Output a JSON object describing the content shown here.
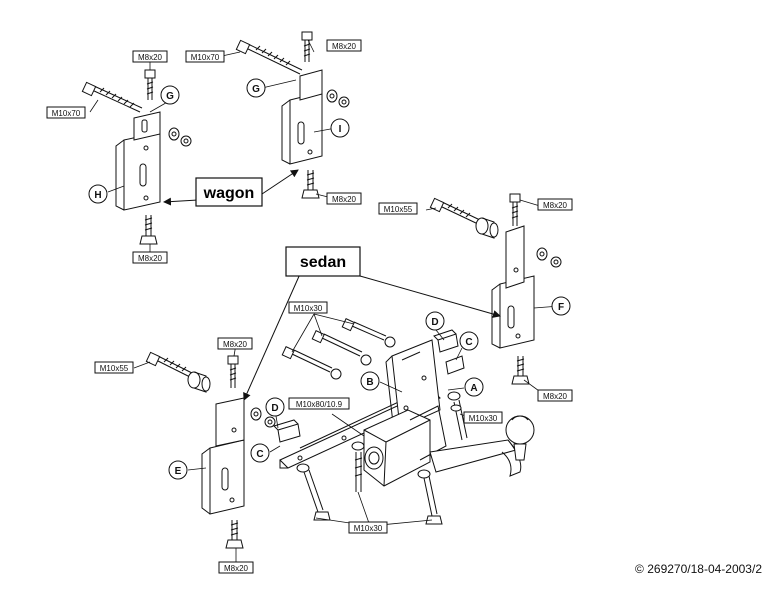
{
  "bolt_labels": {
    "m8x20": "M8x20",
    "m10x70": "M10x70",
    "m10x55": "M10x55",
    "m10x30": "M10x30",
    "m10x80": "M10x80/10.9"
  },
  "part_letters": {
    "a": "A",
    "b": "B",
    "c": "C",
    "d": "D",
    "e": "E",
    "f": "F",
    "g": "G",
    "h": "H",
    "i": "I"
  },
  "callouts": {
    "wagon": "wagon",
    "sedan": "sedan"
  },
  "footer": {
    "copyright": "© 269270/18-04-2003/2"
  },
  "colors": {
    "line": "#111111",
    "background": "#ffffff"
  }
}
